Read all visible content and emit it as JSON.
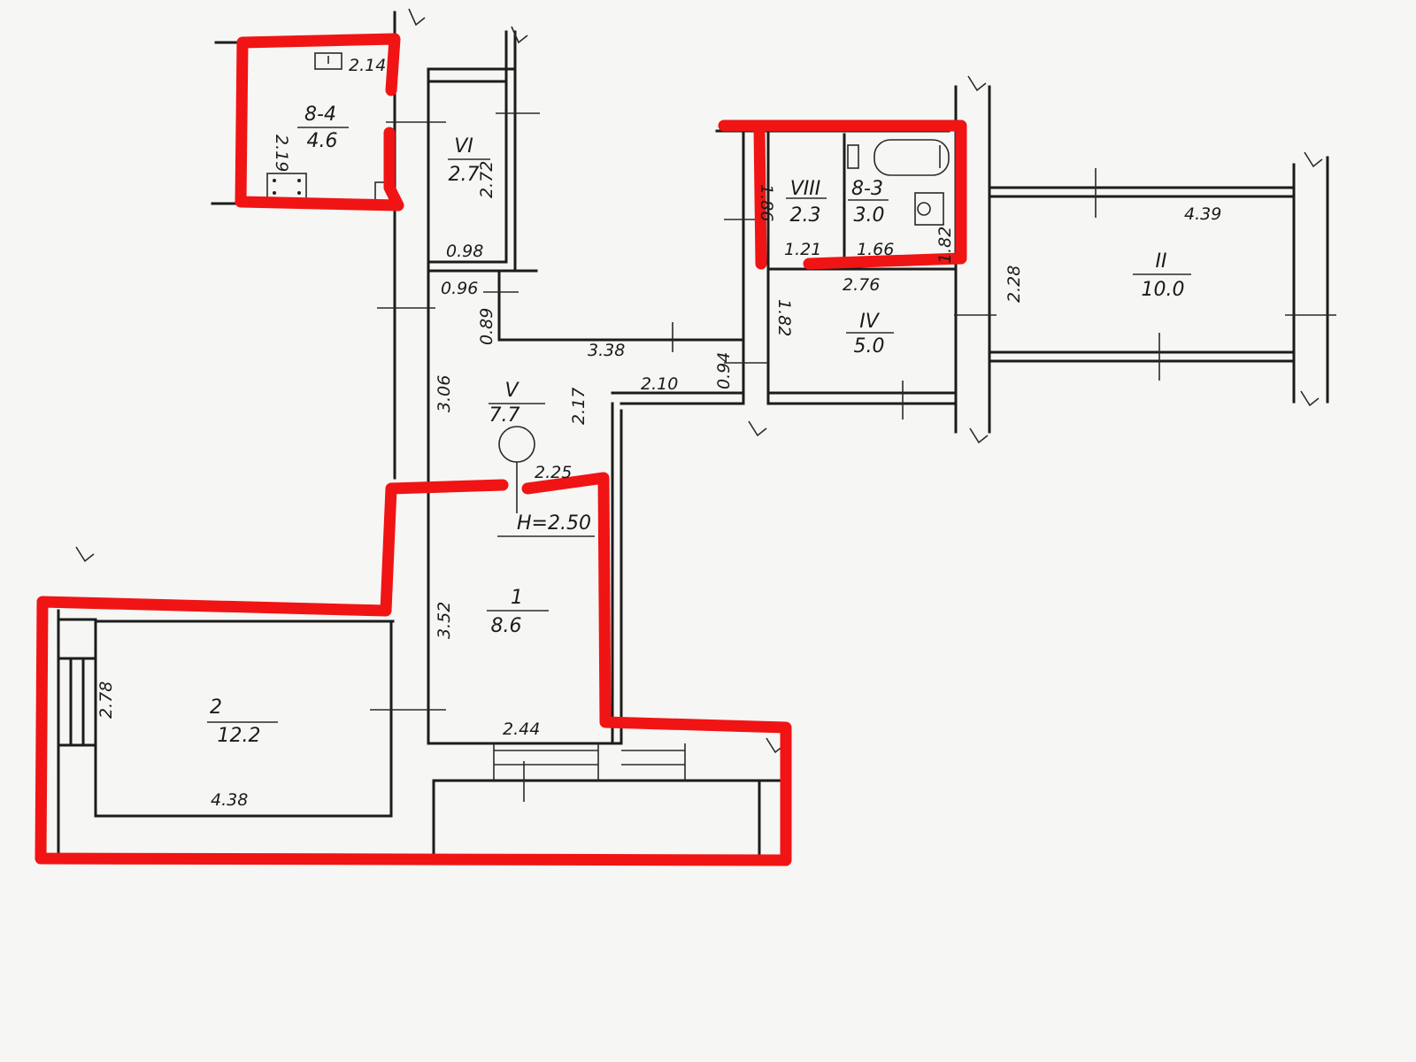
{
  "colors": {
    "paper": "#f6f6f4",
    "ink": "#1c1c1c",
    "highlight": "#f01414"
  },
  "plan": {
    "ceiling_height": "H=2.50",
    "rooms": [
      {
        "id": "8-4",
        "number": "8-4",
        "area": "4.6"
      },
      {
        "id": "VI",
        "number": "VI",
        "area": "2.7"
      },
      {
        "id": "VIII",
        "number": "VIII",
        "area": "2.3"
      },
      {
        "id": "8-3",
        "number": "8-3",
        "area": "3.0"
      },
      {
        "id": "II",
        "number": "II",
        "area": "10.0"
      },
      {
        "id": "IV",
        "number": "IV",
        "area": "5.0"
      },
      {
        "id": "V",
        "number": "V",
        "area": "7.7"
      },
      {
        "id": "1",
        "number": "1",
        "area": "8.6"
      },
      {
        "id": "2",
        "number": "2",
        "area": "12.2"
      }
    ],
    "dimensions": [
      "2.14",
      "2.19",
      "2.72",
      "0.98",
      "0.96",
      "0.89",
      "3.38",
      "3.06",
      "2.17",
      "2.10",
      "0.94",
      "1.86",
      "1.21",
      "1.66",
      "1.82",
      "2.76",
      "1.82",
      "2.28",
      "4.39",
      "2.25",
      "3.52",
      "2.78",
      "4.38",
      "2.44"
    ]
  }
}
